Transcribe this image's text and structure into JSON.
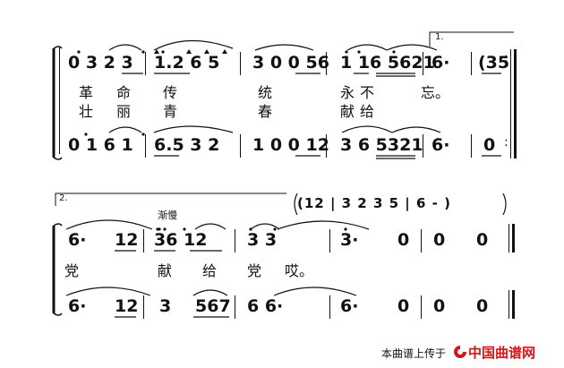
{
  "system1": {
    "melody1": [
      "0 3 2 3",
      "1.2 6 5",
      "3 0 0 56",
      "1 16 5621",
      "6·",
      "(35"
    ],
    "lyric1": [
      "革",
      "命",
      "传",
      "统",
      "永",
      "不",
      "忘。"
    ],
    "lyric2": [
      "壮",
      "丽",
      "青",
      "春",
      "献",
      "给"
    ],
    "melody2": [
      "0 1 6 1",
      "6.5 3 2",
      "1 0 0 12",
      "3 6 5321",
      "6·",
      "0"
    ],
    "volta": "1."
  },
  "system2": {
    "volta": "2.",
    "tempo": "渐慢",
    "interlude": "(12 | 3 2 3 5 | 6 - )",
    "melody1": [
      "6·",
      "12",
      "36 12",
      "3 3",
      "3·",
      "0",
      "0",
      "0"
    ],
    "lyric": [
      "党",
      "献",
      "给",
      "党",
      "哎。"
    ],
    "melody2": [
      "6·",
      "12",
      "3",
      "567",
      "6 6·",
      "6·",
      "0",
      "0",
      "0"
    ]
  },
  "footer": {
    "upload_text": "本曲谱上传于",
    "logo_text": "中国曲谱网"
  },
  "colors": {
    "ink": "#111111",
    "logo_red": "#d01818",
    "logo_dark": "#222222"
  }
}
